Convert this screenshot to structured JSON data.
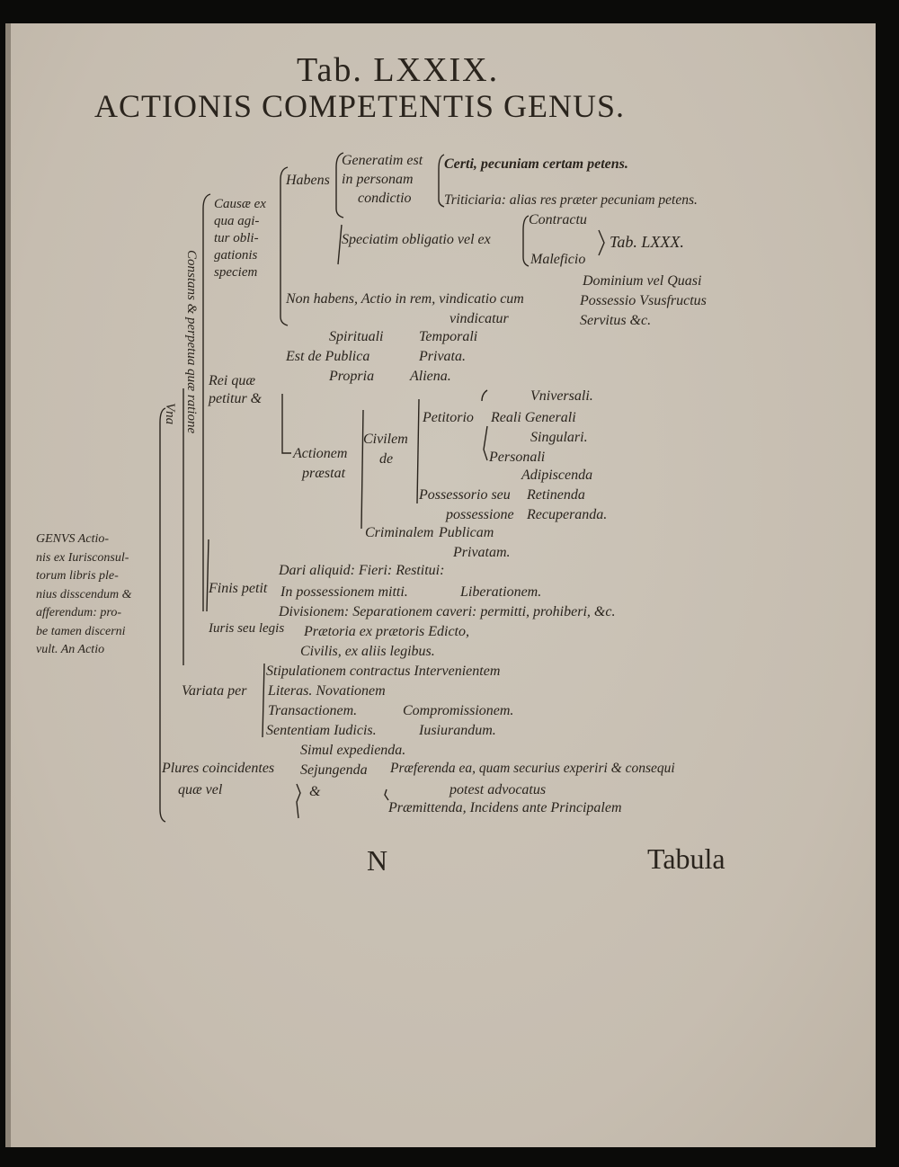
{
  "header": {
    "tab": "Tab. LXXIX.",
    "title": "ACTIONIS COMPETENTIS GENUS."
  },
  "genus_label": [
    "GENVS Actio-",
    "nis ex Iurisconsul-",
    "torum libris ple-",
    "nius disscendum &",
    "afferendum: pro-",
    "be tamen discerni",
    "vult. An Actio"
  ],
  "vert": {
    "una": "Vna",
    "constans": "Constans & perpetua quæ ratione"
  },
  "block1": {
    "causae": [
      "Causæ ex",
      "qua agi-",
      "tur obli-",
      "gationis",
      "speciem"
    ],
    "habens": "Habens",
    "generatim": [
      "Generatim est",
      "in personam",
      "condictio"
    ],
    "certi": "Certi, pecuniam certam petens.",
    "triticiaria": "Triticiaria: alias res præter pecuniam petens.",
    "speciatim": "Speciatim obligatio vel ex",
    "contractu": "Contractu",
    "maleficio": "Maleficio",
    "tab_ref": "Tab. LXXX.",
    "non_habens": "Non habens, Actio in rem, vindicatio cum",
    "vindicatur": "vindicatur",
    "dominium": "Dominium vel Quasi",
    "possessio": "Possessio Vsusfructus",
    "servitus": "Servitus &c."
  },
  "block2": {
    "rei": [
      "Rei quæ",
      "petitur &"
    ],
    "spirituali": "Spirituali",
    "temporali": "Temporali",
    "est_de": "Est de Publica",
    "privata": "Privata.",
    "propria": "Propria",
    "aliena": "Aliena.",
    "actionem": [
      "Actionem",
      "præstat"
    ],
    "civilem": [
      "Civilem",
      "de"
    ],
    "petitorio": "Petitorio",
    "reali_generali": "Reali Generali",
    "universali": "Vniversali.",
    "singulari": "Singulari.",
    "personali": "Personali",
    "adipiscenda": "Adipiscenda",
    "possessorio": "Possessorio seu",
    "retinenda": "Retinenda",
    "possessione": "possessione",
    "recuperanda": "Recuperanda.",
    "criminalem": "Criminalem",
    "publicam": "Publicam",
    "privatam": "Privatam."
  },
  "block3": {
    "dari": "Dari aliquid: Fieri: Restitui:",
    "finis": "Finis petit",
    "in_possessionem": "In possessionem mitti.",
    "liberationem": "Liberationem.",
    "divisionem": "Divisionem: Separationem caveri: permitti, prohiberi, &c.",
    "iuris": "Iuris seu legis",
    "praetoria": "Prætoria ex prætoris Edicto,",
    "civilis": "Civilis, ex aliis legibus.",
    "stipulationem": "Stipulationem contractus Intervenientem",
    "variata": "Variata per",
    "literas": "Literas. Novationem",
    "transactionem": "Transactionem.",
    "compromissionem": "Compromissionem.",
    "sententiam": "Sententiam Iudicis.",
    "iusiurandum": "Iusiurandum.",
    "simul": "Simul expedienda.",
    "plures": "Plures coincidentes",
    "quae_vel": "quæ vel",
    "et": "&",
    "sejungenda": "Sejungenda",
    "praeferenda": "Præferenda ea, quam securius experiri & consequi",
    "potest": "potest advocatus",
    "praemittenda": "Præmittenda, Incidens ante Principalem"
  },
  "footer": {
    "signature": "N",
    "catchword": "Tabula"
  }
}
